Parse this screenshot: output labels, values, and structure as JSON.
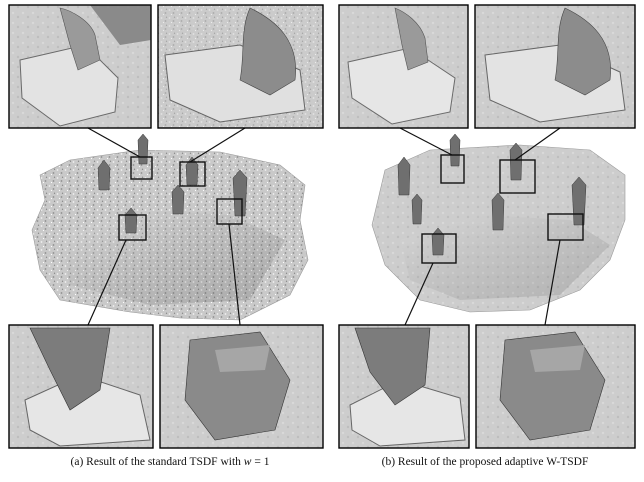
{
  "captions": {
    "a_prefix": "(a) Result of the standard TSDF with ",
    "a_var": "w",
    "a_suffix": " = 1",
    "b": "(b) Result of the proposed adaptive W-TSDF"
  }
}
